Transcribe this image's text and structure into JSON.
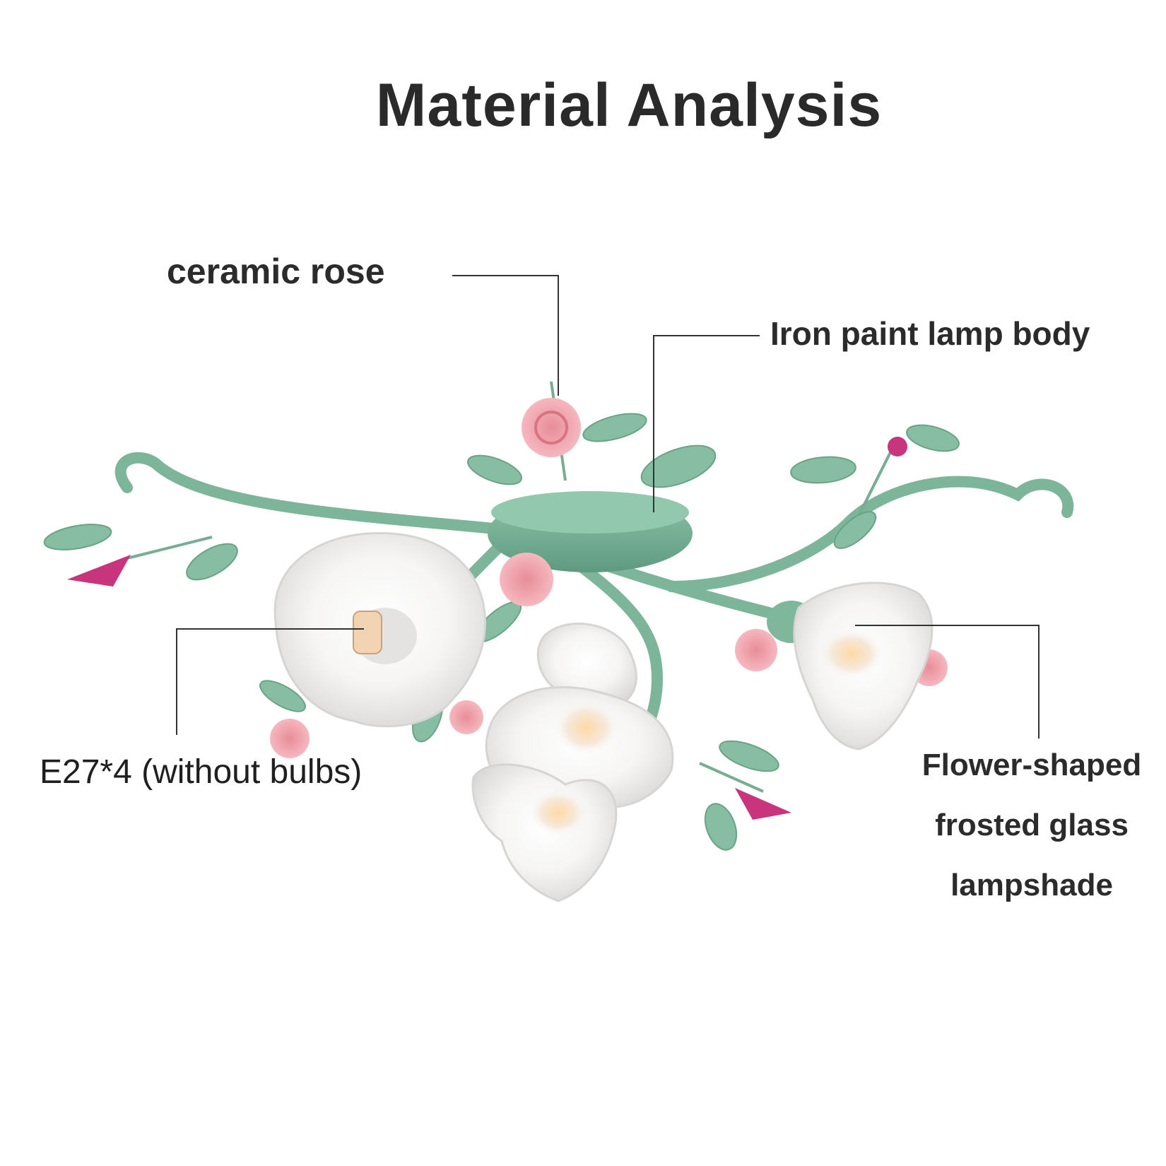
{
  "header": {
    "title": "Material Analysis"
  },
  "callouts": {
    "rose": "ceramic rose",
    "body": "Iron paint lamp body",
    "socket": "E27*4 (without bulbs)",
    "shade_line1": "Flower-shaped",
    "shade_line2": "frosted glass",
    "shade_line3": "lampshade"
  },
  "colors": {
    "background": "#ffffff",
    "text": "#2b2b2b",
    "leader_line": "#333333",
    "metal_green": "#7fb79c",
    "leaf_green": "#86bda3",
    "rose_pink": "#f3a9b2",
    "calla_magenta": "#c8357d",
    "glass_white": "#f4f3f2"
  }
}
